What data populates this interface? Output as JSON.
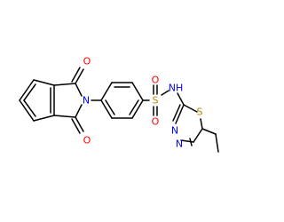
{
  "molecule": {
    "atoms": [
      {
        "id": "O1",
        "label": "O",
        "color": "#ff0000"
      },
      {
        "id": "O2",
        "label": "O",
        "color": "#ff0000"
      },
      {
        "id": "N_imide",
        "label": "N",
        "color": "#0000ff"
      },
      {
        "id": "S_sulfonyl",
        "label": "S",
        "color": "#b8860b"
      },
      {
        "id": "O_s1",
        "label": "O",
        "color": "#ff0000"
      },
      {
        "id": "O_s2",
        "label": "O",
        "color": "#ff0000"
      },
      {
        "id": "NH",
        "label": "NH",
        "color": "#0000ff"
      },
      {
        "id": "N_ring1",
        "label": "N",
        "color": "#0000ff"
      },
      {
        "id": "N_ring2",
        "label": "N",
        "color": "#0000ff"
      },
      {
        "id": "S_ring",
        "label": "S",
        "color": "#b8860b"
      }
    ]
  }
}
